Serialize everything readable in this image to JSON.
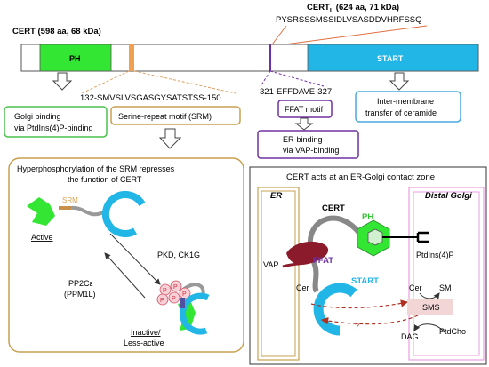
{
  "protein": {
    "cert_label": "CERT (598 aa, 68 kDa)",
    "certl_prefix": "CERT",
    "certl_sub": "L",
    "certl_suffix": " (624 aa, 71 kDa)",
    "insert_seq": "PYSRSSSMSSIDLVSASDDVHRFSSQ",
    "ph_label": "PH",
    "start_label": "START",
    "srm_seq_prefix": "132-S",
    "srm_seq_rest": "MVSLVSGASGYSATSTSS-150",
    "ffat_seq": "321-EFFDAVE-327"
  },
  "boxes": {
    "golgi_line1": "Golgi binding",
    "golgi_line2": "via PtdIns(4)P-binding",
    "srm_box": "Serine-repeat motif (SRM)",
    "ffat_box": "FFAT motif",
    "er_line1": "ER-binding",
    "er_line2": "via VAP-binding",
    "start_line1": "Inter-membrane",
    "start_line2": "transfer of ceramide"
  },
  "left_panel": {
    "title_line1": "Hyperphosphorylation of the SRM represses",
    "title_line2": "the function of CERT",
    "srm_tag": "SRM",
    "active": "Active",
    "kinases": "PKD, CK1G",
    "phosphatase_line1": "PP2Cε",
    "phosphatase_line2": "(PPM1L)",
    "inactive_line1": "Inactive/",
    "inactive_line2": "Less-active",
    "p_label": "P"
  },
  "right_panel": {
    "title": "CERT acts at an ER-Golgi contact zone",
    "er": "ER",
    "golgi": "Distal Golgi",
    "cert": "CERT",
    "ph": "PH",
    "ffat": "FFAT",
    "vap": "VAP",
    "ptdins": "PtdIns(4)P",
    "cer_left": "Cer",
    "start": "START",
    "cer_right": "Cer",
    "sm": "SM",
    "sms": "SMS",
    "question": "?",
    "dag": "DAG",
    "ptdcho": "PtdCho"
  },
  "colors": {
    "ph_green": "#33e633",
    "start_blue": "#22b6e6",
    "srm_orange": "#f0a050",
    "ffat_purple": "#7030a0",
    "panel_border": "#c8a050",
    "green_box": "#4cc24c",
    "blue_box": "#4aa8e0",
    "ffat_red": "#8b1a2a",
    "golgi_pink": "#e8a0e0"
  }
}
